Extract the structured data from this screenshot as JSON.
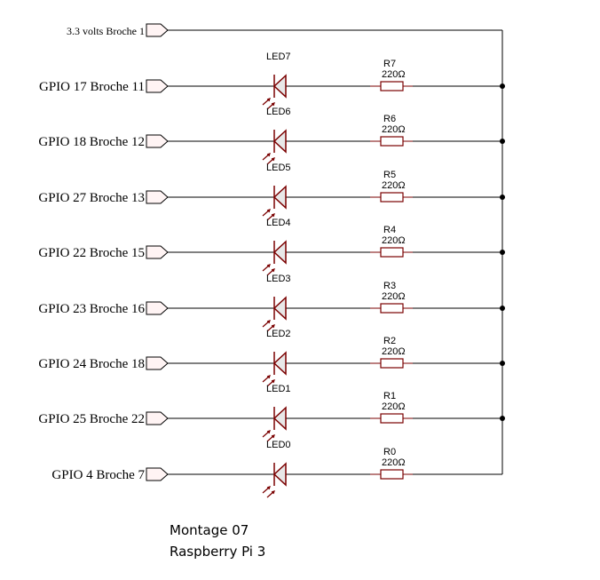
{
  "supply": {
    "label": "3.3 volts Broche 1"
  },
  "rows": [
    {
      "port": "GPIO 17 Broche 11",
      "led": "LED7",
      "resistor": "R7",
      "value": "220Ω"
    },
    {
      "port": "GPIO 18 Broche 12",
      "led": "LED6",
      "resistor": "R6",
      "value": "220Ω"
    },
    {
      "port": "GPIO 27 Broche 13",
      "led": "LED5",
      "resistor": "R5",
      "value": "220Ω"
    },
    {
      "port": "GPIO 22 Broche 15",
      "led": "LED4",
      "resistor": "R4",
      "value": "220Ω"
    },
    {
      "port": "GPIO 23 Broche 16",
      "led": "LED3",
      "resistor": "R3",
      "value": "220Ω"
    },
    {
      "port": "GPIO 24 Broche 18",
      "led": "LED2",
      "resistor": "R2",
      "value": "220Ω"
    },
    {
      "port": "GPIO 25 Broche 22",
      "led": "LED1",
      "resistor": "R1",
      "value": "220Ω"
    },
    {
      "port": "GPIO 4 Broche 7",
      "led": "LED0",
      "resistor": "R0",
      "value": "220Ω"
    }
  ],
  "caption": {
    "title": "Montage 07",
    "subtitle": "Raspberry Pi 3"
  },
  "colors": {
    "wire": "#000000",
    "component": "#7a0000",
    "port_fill": "#fff4f4"
  }
}
